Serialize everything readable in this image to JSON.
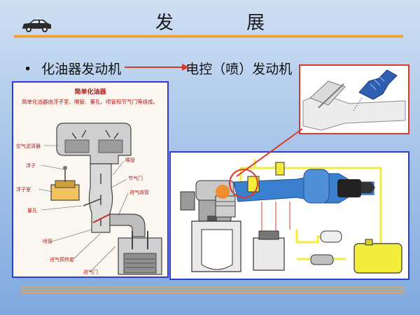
{
  "slide": {
    "title": "发 展",
    "bullet_marker": "•",
    "bullet_from": "化油器发动机",
    "bullet_to": "电控（喷）发动机"
  },
  "carburetor_panel": {
    "title": "简单化油器",
    "description": "简单化油器由浮子室、喉管、量孔、喷管和节气门等组成。",
    "labels": {
      "air_filter": "空气滤清器",
      "float": "浮子",
      "float_chamber": "浮子室",
      "metering_jet": "量孔",
      "nozzle": "喷管",
      "venturi": "喉管",
      "throttle": "节气门",
      "intake_manifold": "进气歧管",
      "intake_preheat": "进气预热套",
      "intake_valve": "进气门"
    }
  },
  "colors": {
    "accent_rule": "#f0a43a",
    "panel_border": "#2c3ed1",
    "callout_red": "#d93a2b",
    "label_red": "#b01818",
    "fuel_yellow": "#f4ec3c",
    "intake_blue": "#3a7fd0"
  }
}
